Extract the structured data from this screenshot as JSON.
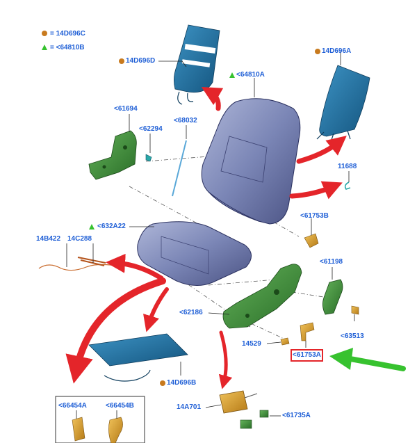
{
  "legend": [
    {
      "marker": "dot",
      "text": "= 14D696C"
    },
    {
      "marker": "triangle",
      "text": "= <64810B"
    }
  ],
  "labels": {
    "p14D696D": "14D696D",
    "p64810A": "<64810A",
    "p14D696A": "14D696A",
    "p61694": "<61694",
    "p62294": "<62294",
    "p68032": "<68032",
    "p11688": "11688",
    "p61753B": "<61753B",
    "p632A22": "<632A22",
    "p14B422": "14B422",
    "p14C288": "14C288",
    "p61198": "<61198",
    "p62186": "<62186",
    "p63513": "<63513",
    "p14529": "14529",
    "p61753A": "<61753A",
    "p14D696B": "14D696B",
    "p14A701": "14A701",
    "p61735A": "<61735A",
    "p66454A": "<66454A",
    "p66454B": "<66454B"
  },
  "colors": {
    "label": "#1f5fd6",
    "arrow": "#e4252a",
    "highlight_arrow": "#37c22f",
    "seat_foam": "#7a86b4",
    "panel": "#1d6d9c",
    "bracket": "#3c8a3a",
    "connector": "#d49a2a"
  },
  "highlighted_part": "p61753A"
}
